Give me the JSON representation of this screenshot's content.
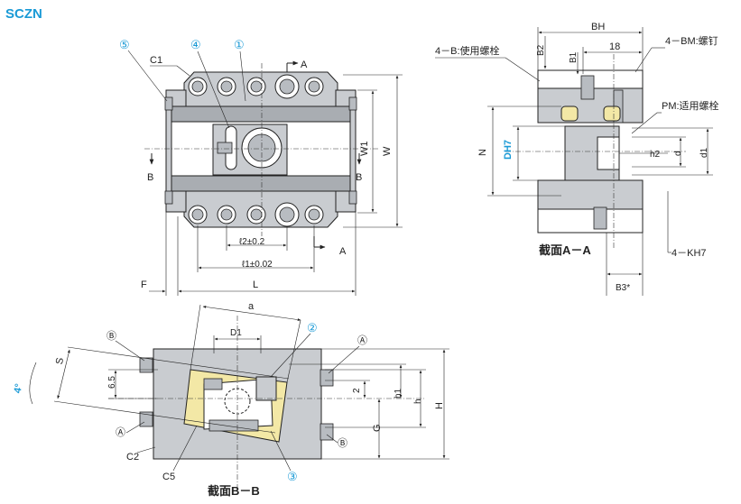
{
  "title": "SCZN",
  "colors": {
    "title_blue": "#1a9ad6",
    "body_gray": "#c9ccd0",
    "pad_yellow": "#f3e8a6",
    "line": "#222222"
  },
  "top_view": {
    "callouts": [
      "⑤",
      "④",
      "①"
    ],
    "labels": {
      "c1": "C1",
      "a_top": "A",
      "a_bottom": "A",
      "b_left": "B",
      "b_right": "B",
      "w1": "W1",
      "w": "W",
      "f": "F",
      "l": "L",
      "l2": "ℓ2±0.2",
      "l1": "ℓ1±0.02"
    }
  },
  "section_aa": {
    "caption": "截面A－A",
    "labels": {
      "bh": "BH",
      "b2": "B2",
      "b1": "B1",
      "dim_18": "18",
      "bolt_4b": "4－B:使用螺栓",
      "screw_4bm": "4－BM:螺钉",
      "pm": "PM:适用螺栓",
      "n": "N",
      "dh7": "DH7",
      "h2": "h2",
      "d": "d",
      "d1": "d1",
      "k": "4－KH7",
      "b3": "B3*"
    }
  },
  "section_bb": {
    "caption": "截面B－B",
    "labels": {
      "a": "a",
      "d1": "D1",
      "s": "S",
      "angle": "4°",
      "dim_65": "6.5",
      "dim_2": "2",
      "h1": "h1",
      "h": "h",
      "H": "H",
      "g": "G",
      "c2": "C2",
      "c5": "C5",
      "circ_b_top": "Ⓑ",
      "circ_a_top": "Ⓐ",
      "circ_a_bottom": "Ⓐ",
      "circ_b_bottom": "Ⓑ",
      "callout_2": "②",
      "callout_3": "③"
    }
  }
}
